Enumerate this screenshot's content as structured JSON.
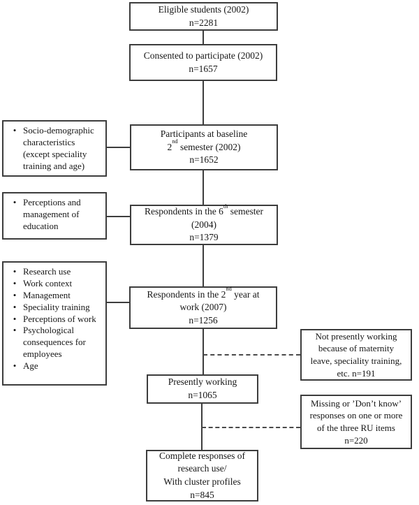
{
  "colors": {
    "background": "#ffffff",
    "box_border": "#3d3d3d",
    "connector_solid": "#3d3d3d",
    "connector_dashed": "#4a4a4a",
    "text": "#161616"
  },
  "glyphs": {
    "bullet": "•"
  },
  "main": {
    "eligible": {
      "line1": "Eligible students (2002)",
      "line2": "n=2281"
    },
    "consented": {
      "line1": "Consented to participate (2002)",
      "line2": "n=1657"
    },
    "baseline": {
      "line1": "Participants at baseline",
      "line2_base": "2",
      "line2_sup": "nd",
      "line2_rest": " semester (2002)",
      "line3": "n=1652"
    },
    "semester6": {
      "line1_base": "Respondents in the 6",
      "line1_sup": "th",
      "line1_rest": " semester",
      "line2": "(2004)",
      "line3": "n=1379"
    },
    "year2": {
      "line1_base": "Respondents in the 2",
      "line1_sup": "nd",
      "line1_rest": " year at",
      "line2": "work (2007)",
      "line3": "n=1256"
    },
    "presently": {
      "line1": "Presently working",
      "line2": "n=1065"
    },
    "complete": {
      "line1": "Complete responses of",
      "line2": "research use/",
      "line3": "With cluster profiles",
      "line4": "n=845"
    }
  },
  "left": {
    "socio": {
      "text": "Socio-demographic characteristics (except speciality training and age)"
    },
    "perceptions": {
      "text": "Perceptions and management of education"
    },
    "covariates": {
      "items": [
        "Research use",
        "Work context",
        "Management",
        "Speciality training",
        "Perceptions of work",
        "Psychological consequences for employees",
        "Age"
      ]
    }
  },
  "right": {
    "not_working": {
      "text": "Not presently working because of maternity leave, speciality training, etc. n=191"
    },
    "missing": {
      "text": "Missing or ’Don’t know’ responses on one or more of the three RU items n=220"
    }
  }
}
